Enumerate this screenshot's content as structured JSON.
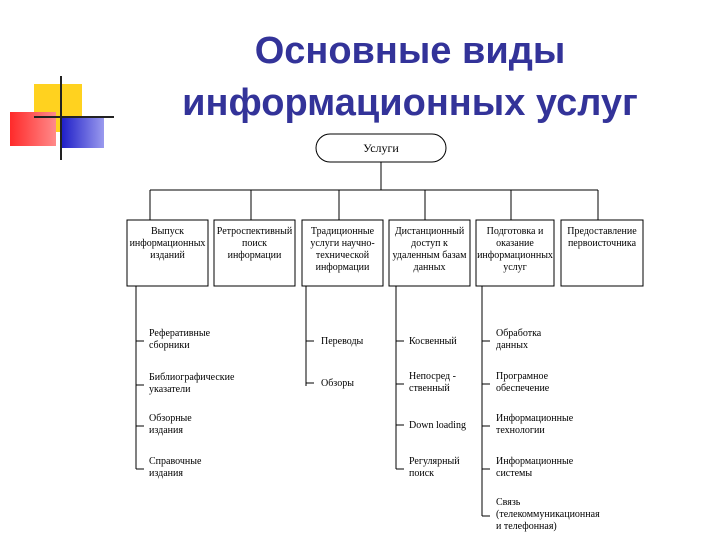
{
  "title": {
    "line1": "Основные виды",
    "line2": "информационных услуг"
  },
  "colors": {
    "title": "#333399",
    "deco_yellow": "#ffd700",
    "deco_red": "#ff3333",
    "deco_blue": "#2b2bd6"
  },
  "diagram": {
    "root": "Услуги",
    "categories": [
      {
        "lines": [
          "Выпуск",
          "информационных",
          "изданий"
        ],
        "items": [
          [
            "Реферативные",
            "сборники"
          ],
          [
            "Библиографические",
            "указатели"
          ],
          [
            "Обзорные",
            "издания"
          ],
          [
            "Справочные",
            "издания"
          ]
        ]
      },
      {
        "lines": [
          "Ретроспективный",
          "поиск",
          "информации"
        ],
        "items": []
      },
      {
        "lines": [
          "Традиционные",
          "услуги научно-",
          "технической",
          "информации"
        ],
        "items": [
          [
            "Переводы"
          ],
          [
            "Обзоры"
          ]
        ]
      },
      {
        "lines": [
          "Дистанционный",
          "доступ к",
          "удаленным базам",
          "данных"
        ],
        "items": [
          [
            "Косвенный"
          ],
          [
            "Непосред -",
            "ственный"
          ],
          [
            "Down loading"
          ],
          [
            "Регулярный",
            "поиск"
          ]
        ]
      },
      {
        "lines": [
          "Подготовка и",
          "оказание",
          "информационных",
          "услуг"
        ],
        "items": [
          [
            "Обработка",
            "данных"
          ],
          [
            "Програмное",
            "обеспечение"
          ],
          [
            "Информационные",
            "технологии"
          ],
          [
            "Информационные",
            "системы"
          ],
          [
            "Связь",
            "(телекоммуникационная",
            "и телефонная)"
          ]
        ]
      },
      {
        "lines": [
          "Предоставление",
          "первоисточника"
        ],
        "items": []
      }
    ]
  }
}
